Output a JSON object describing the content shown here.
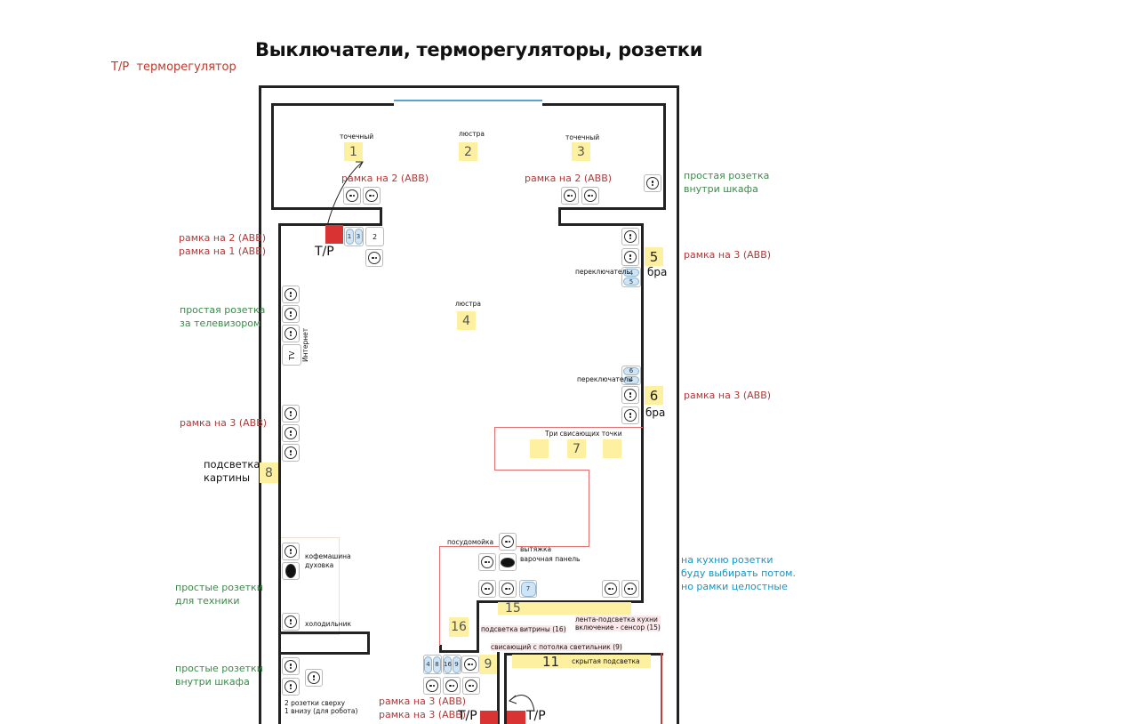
{
  "title": "Выключатели, терморегуляторы, розетки",
  "legend": {
    "code": "Т/Р",
    "label": "терморегулятор"
  },
  "colors": {
    "note_red": "#b03a3a",
    "note_green": "#3c8a4a",
    "note_blue": "#1a93c4",
    "thermostat": "#d93333",
    "light_marker": "#fdf0a0",
    "switch_key": "#cfe4f5",
    "window": "#5aa3d0"
  },
  "lights": {
    "l1": {
      "num": "1",
      "label": "точечный"
    },
    "l2": {
      "num": "2",
      "label": "люстра"
    },
    "l3": {
      "num": "3",
      "label": "точечный"
    },
    "l4": {
      "num": "4",
      "label": "люстра"
    },
    "l5": {
      "num": "5",
      "label": "бра"
    },
    "l6": {
      "num": "6",
      "label": "бра"
    },
    "l7": {
      "num": "7",
      "label": "Три свисающих точки"
    },
    "l8": {
      "num": "8",
      "label": "подсветка картины"
    },
    "l9": {
      "num": "9"
    },
    "l11": {
      "num": "11",
      "label": "скрытая подсветка"
    },
    "l15": {
      "num": "15"
    },
    "l16": {
      "num": "16"
    }
  },
  "notes": {
    "frame2_top_left": "рамка на 2 (ABB)",
    "frame2_top_right": "рамка на 2 (ABB)",
    "closet_socket_top": [
      "простая розетка",
      "внутри шкафа"
    ],
    "frame_left_1": [
      "рамка на 2 (ABB)",
      "рамка на 1 (ABB)"
    ],
    "frame3_right_1": "рамка на 3 (ABB)",
    "frame3_right_2": "рамка на 3 (ABB)",
    "tv_socket": [
      "простая розетка",
      "за телевизором"
    ],
    "frame3_left": "рамка на 3 (ABB)",
    "appliance_sockets": [
      "простые розетки",
      "для техники"
    ],
    "closet_sockets": [
      "простые розетки",
      "внутри шкафа"
    ],
    "kitchen_note": [
      "на кухню розетки",
      "буду выбирать потом.",
      "но рамки целостные"
    ],
    "frame3_bottom": [
      "рамка на 3 (ABB)",
      "рамка на 3 (ABB)"
    ],
    "switch_label_1": "переключатель",
    "switch_label_2": "переключатель",
    "tv": "TV",
    "internet": "Интернет",
    "dishwasher": "посудомойка",
    "hood": "вытяжка",
    "hob": "варочная панель",
    "coffee": "кофемашина",
    "oven": "духовка",
    "fridge": "холодильник",
    "robot": [
      "2 розетки сверху",
      "1 внизу (для робота)"
    ],
    "showcase": "подсветка витрины (16)",
    "kitchen_strip": [
      "лента-подсветка кухни",
      "включение - сенсор (15)"
    ],
    "hanging_lamp": "свисающий с потолка светильник (9)"
  },
  "thermostat_label": "Т/Р",
  "switches": {
    "s13": [
      "1",
      "3"
    ],
    "s2": "2",
    "s45": [
      "4",
      "5"
    ],
    "s64": [
      "6",
      "4"
    ],
    "s7": "7",
    "s48": [
      "4",
      "8"
    ],
    "s169": [
      "16",
      "9"
    ]
  }
}
